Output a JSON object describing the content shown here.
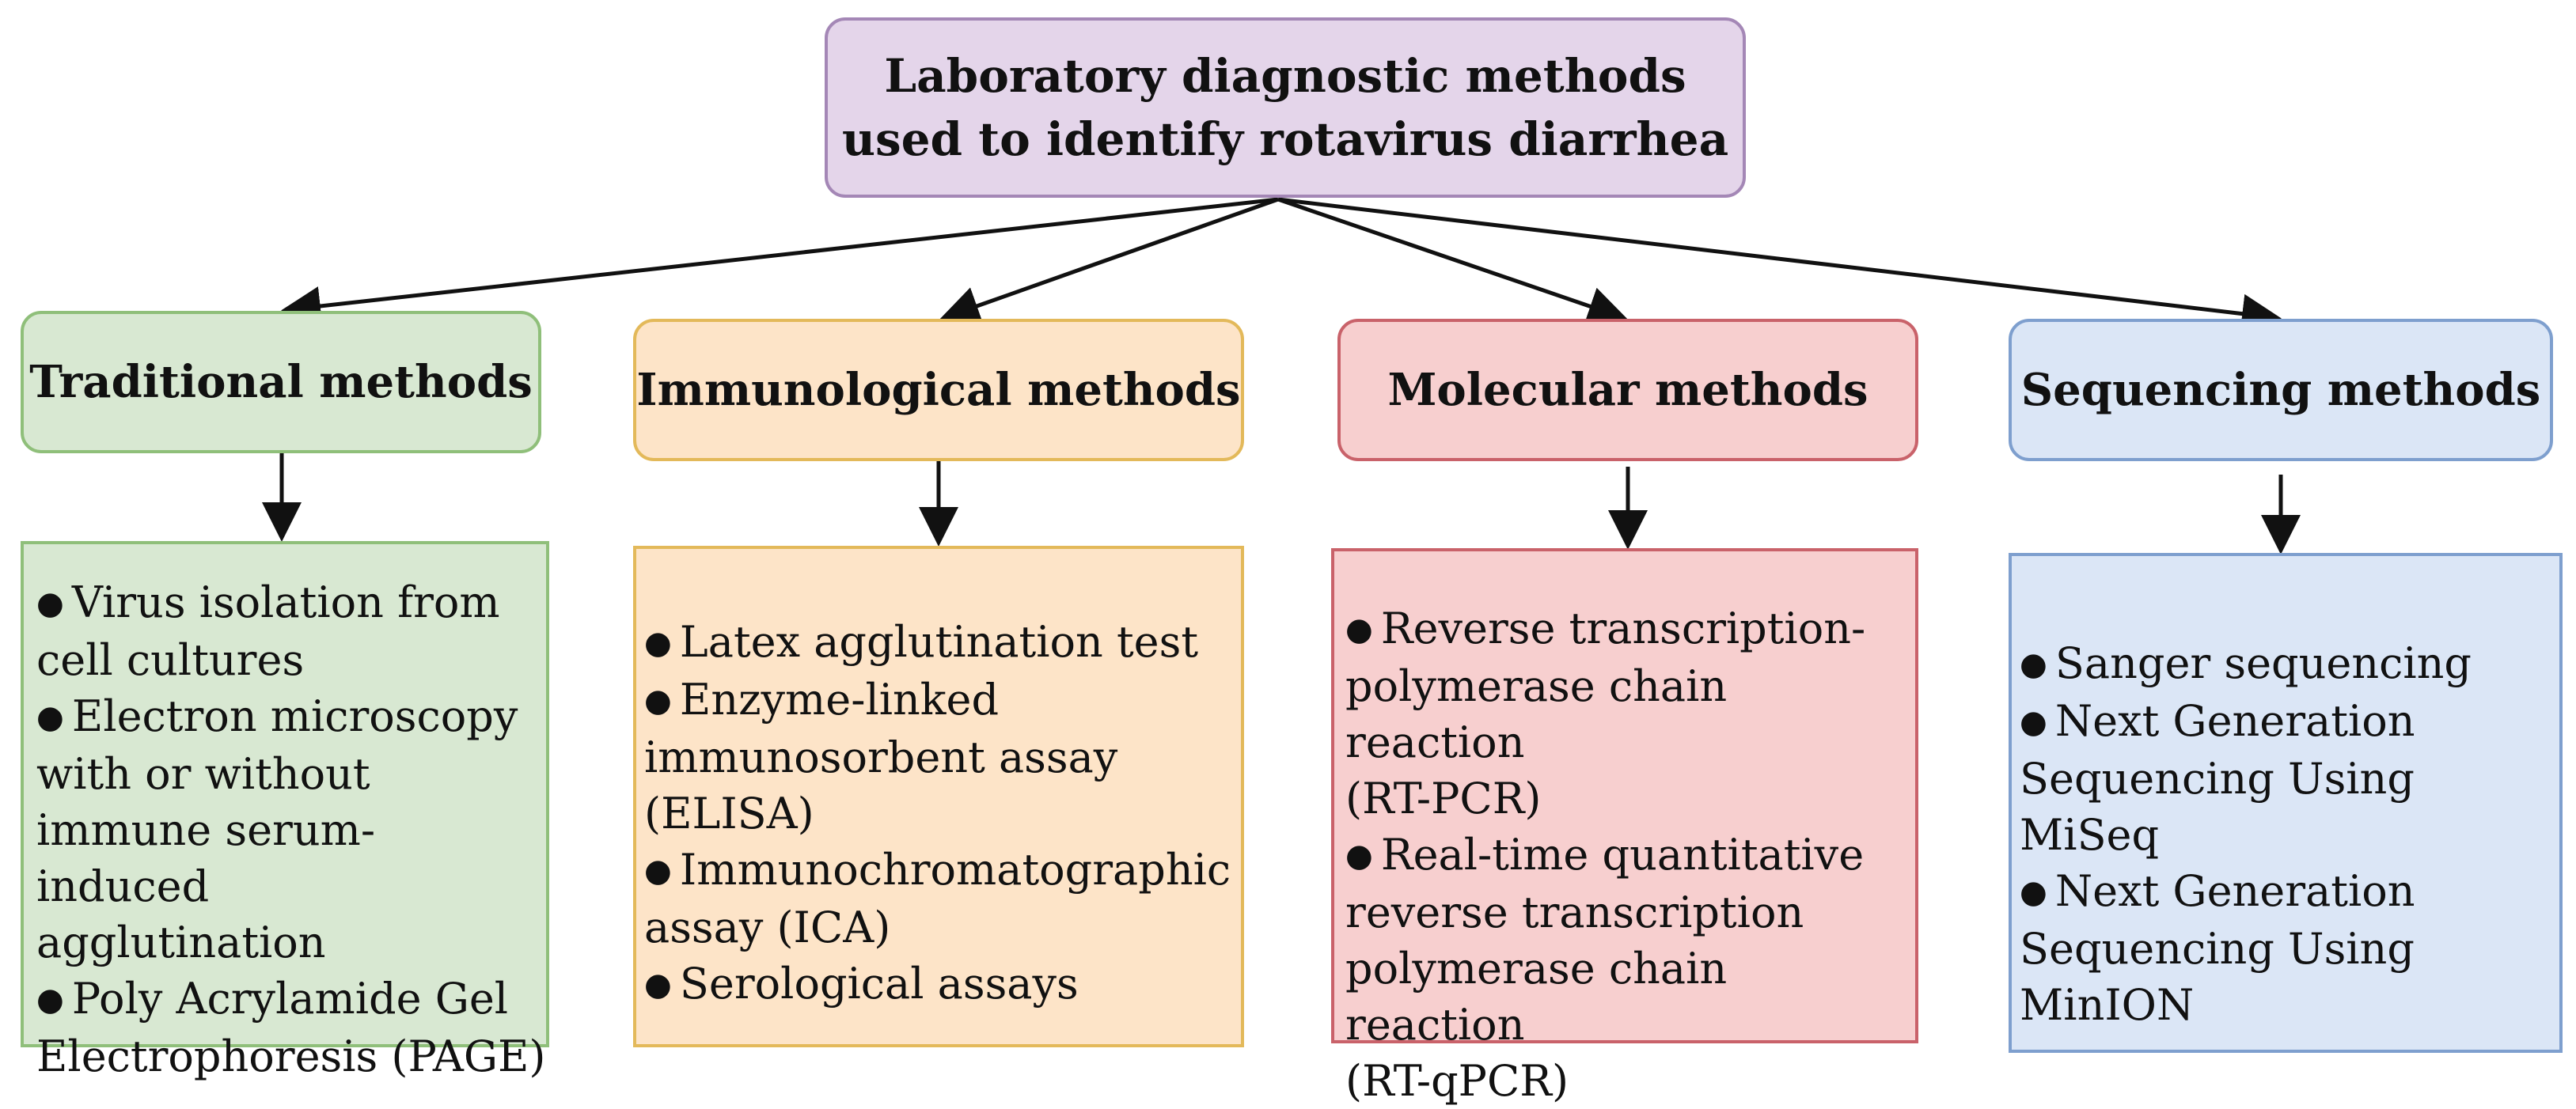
{
  "title": {
    "line1": "Laboratory diagnostic methods",
    "line2": "used to identify rotavirus diarrhea"
  },
  "categories": [
    {
      "heading": "Traditional methods",
      "items": [
        [
          "Virus isolation from",
          "cell cultures"
        ],
        [
          "Electron microscopy",
          "with or without",
          "immune serum-induced",
          "agglutination"
        ],
        [
          "Poly Acrylamide Gel",
          "Electrophoresis (PAGE)"
        ]
      ]
    },
    {
      "heading": "Immunological methods",
      "items": [
        [
          "Latex agglutination test"
        ],
        [
          "Enzyme-linked",
          "immunosorbent assay",
          "(ELISA)"
        ],
        [
          "Immunochromatographic",
          "assay (ICA)"
        ],
        [
          "Serological assays"
        ]
      ]
    },
    {
      "heading": "Molecular methods",
      "items": [
        [
          "Reverse transcription-",
          "polymerase chain reaction",
          "(RT-PCR)"
        ],
        [
          "Real-time quantitative",
          "reverse transcription",
          "polymerase chain reaction",
          "(RT-qPCR)"
        ]
      ]
    },
    {
      "heading": "Sequencing methods",
      "items": [
        [
          "Sanger sequencing"
        ],
        [
          "Next Generation",
          "Sequencing Using MiSeq"
        ],
        [
          "Next Generation",
          "Sequencing Using",
          "MinION"
        ]
      ]
    }
  ],
  "colors": {
    "root_fill": "#e4d5ea",
    "traditional_fill": "#d8e8d2",
    "immunological_fill": "#fde4c8",
    "molecular_fill": "#f7cfcf",
    "sequencing_fill": "#dbe6f6",
    "arrow": "#111111"
  }
}
